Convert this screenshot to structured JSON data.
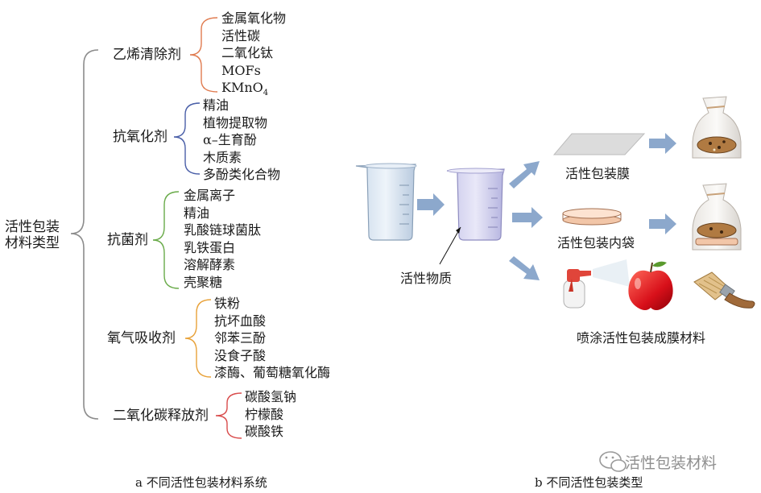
{
  "root_label": [
    "活性包装",
    "材料类型"
  ],
  "categories": [
    {
      "name": "乙烯清除剂",
      "items": [
        "金属氧化物",
        "活性碳",
        "二氧化钛",
        "MOFs",
        "KMnO4"
      ]
    },
    {
      "name": "抗氧化剂",
      "items": [
        "精油",
        "植物提取物",
        "α–生育酚",
        "木质素",
        "多酚类化合物"
      ]
    },
    {
      "name": "抗菌剂",
      "items": [
        "金属离子",
        "精油",
        "乳酸链球菌肽",
        "乳铁蛋白",
        "溶解酵素",
        "壳聚糖"
      ]
    },
    {
      "name": "氧气吸收剂",
      "items": [
        "铁粉",
        "抗坏血酸",
        "邻苯三酚",
        "没食子酸",
        "漆酶、葡萄糖氧化酶"
      ]
    },
    {
      "name": "二氧化碳释放剂",
      "items": [
        "碳酸氢钠",
        "柠檬酸",
        "碳酸铁"
      ]
    }
  ],
  "kmno4": {
    "base": "KMnO",
    "sub": "4"
  },
  "active_substance_label": "活性物质",
  "outcomes": {
    "film": "活性包装膜",
    "pouch": "活性包装内袋",
    "spray": "喷涂活性包装成膜材料"
  },
  "captions": {
    "a": "a  不同活性包装材料系统",
    "b": "b  不同活性包装类型"
  },
  "watermark": "活性包装材料",
  "colors": {
    "root_brace": "#8c8c8c",
    "ethylene": "#e07b4f",
    "antioxidant": "#4a5fa8",
    "antibacterial": "#6aab4a",
    "oxygen": "#e8a23a",
    "co2": "#d94c4c",
    "arrow": "#8ca8cc"
  }
}
